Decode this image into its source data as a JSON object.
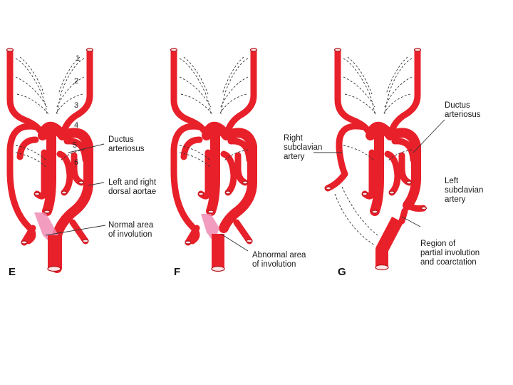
{
  "colors": {
    "artery": "#e8202a",
    "artery_dark": "#b3121a",
    "involution": "#f08cb4",
    "guide_line": "#333333",
    "background": "#ffffff"
  },
  "arch_numbers": [
    "1",
    "2",
    "3",
    "4",
    "5",
    "6"
  ],
  "panels": {
    "E": {
      "letter": "E",
      "labels": {
        "ductus": "Ductus\narteriosus",
        "dorsal": "Left and right\ndorsal aortae",
        "normal": "Normal area\nof involution"
      }
    },
    "F": {
      "letter": "F",
      "labels": {
        "abnormal": "Abnormal area\nof involution"
      }
    },
    "G": {
      "letter": "G",
      "labels": {
        "ductus": "Ductus\narteriosus",
        "right_subclavian": "Right\nsubclavian\nartery",
        "left_subclavian": "Left\nsubclavian\nartery",
        "coarctation": "Region of\npartial involution\nand coarctation"
      }
    }
  }
}
